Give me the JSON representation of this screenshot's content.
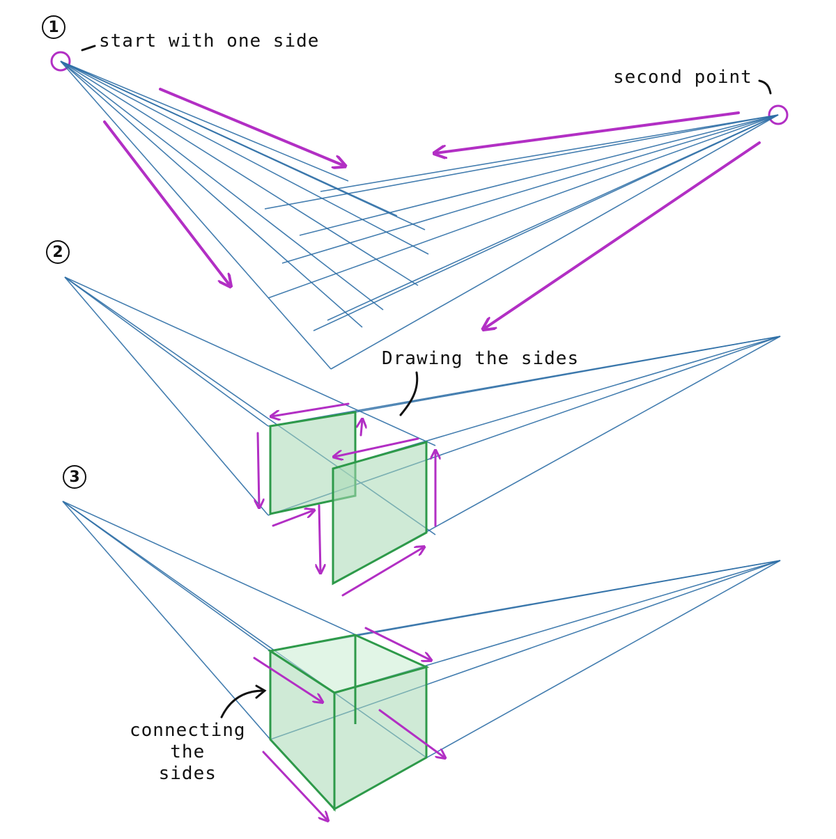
{
  "steps": [
    {
      "number": "1"
    },
    {
      "number": "2"
    },
    {
      "number": "3"
    }
  ],
  "annotations": {
    "start": "start with one side",
    "second": "second point",
    "drawing": "Drawing the sides",
    "connecting": "connecting\nthe\nsides"
  },
  "colors": {
    "perspective_lines": "#2f6fa6",
    "arrows": "#b22fc4",
    "cube_fill": "#a8d8b4",
    "cube_edges": "#2e9a4a",
    "ink": "#111111"
  }
}
